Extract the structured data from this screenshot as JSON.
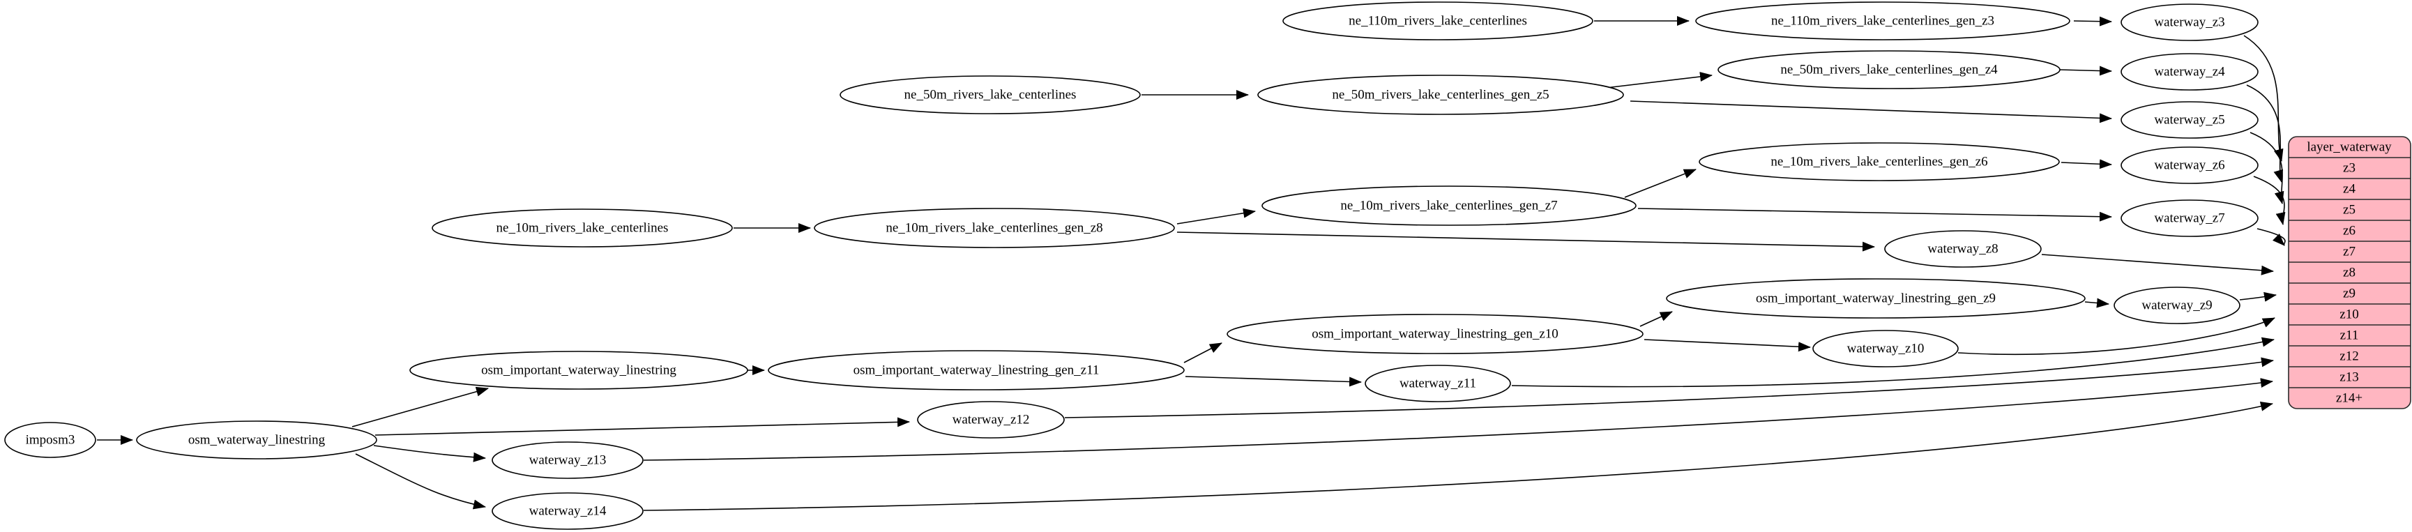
{
  "diagram": {
    "kind": "graphviz-flow",
    "description": "imposm3 waterway layer generalization pipeline",
    "colors": {
      "background": "#ffffff",
      "node_fill": "#ffffff",
      "node_stroke": "#000000",
      "edge_color": "#000000",
      "table_fill": "#ffb6c1",
      "table_stroke": "#2a2a2a",
      "text_color": "#000000"
    }
  },
  "nodes": {
    "imposm3": "imposm3",
    "osm_waterway_linestring": "osm_waterway_linestring",
    "osm_important_waterway_linestring": "osm_important_waterway_linestring",
    "osm_important_waterway_linestring_gen_z11": "osm_important_waterway_linestring_gen_z11",
    "osm_important_waterway_linestring_gen_z10": "osm_important_waterway_linestring_gen_z10",
    "osm_important_waterway_linestring_gen_z9": "osm_important_waterway_linestring_gen_z9",
    "ne_110m_rivers_lake_centerlines": "ne_110m_rivers_lake_centerlines",
    "ne_110m_rivers_lake_centerlines_gen_z3": "ne_110m_rivers_lake_centerlines_gen_z3",
    "ne_50m_rivers_lake_centerlines": "ne_50m_rivers_lake_centerlines",
    "ne_50m_rivers_lake_centerlines_gen_z5": "ne_50m_rivers_lake_centerlines_gen_z5",
    "ne_50m_rivers_lake_centerlines_gen_z4": "ne_50m_rivers_lake_centerlines_gen_z4",
    "ne_10m_rivers_lake_centerlines": "ne_10m_rivers_lake_centerlines",
    "ne_10m_rivers_lake_centerlines_gen_z8": "ne_10m_rivers_lake_centerlines_gen_z8",
    "ne_10m_rivers_lake_centerlines_gen_z7": "ne_10m_rivers_lake_centerlines_gen_z7",
    "ne_10m_rivers_lake_centerlines_gen_z6": "ne_10m_rivers_lake_centerlines_gen_z6",
    "waterway_z3": "waterway_z3",
    "waterway_z4": "waterway_z4",
    "waterway_z5": "waterway_z5",
    "waterway_z6": "waterway_z6",
    "waterway_z7": "waterway_z7",
    "waterway_z8": "waterway_z8",
    "waterway_z9": "waterway_z9",
    "waterway_z10": "waterway_z10",
    "waterway_z11": "waterway_z11",
    "waterway_z12": "waterway_z12",
    "waterway_z13": "waterway_z13",
    "waterway_z14": "waterway_z14"
  },
  "table": {
    "title": "layer_waterway",
    "rows": [
      "z3",
      "z4",
      "z5",
      "z6",
      "z7",
      "z8",
      "z9",
      "z10",
      "z11",
      "z12",
      "z13",
      "z14+"
    ]
  }
}
